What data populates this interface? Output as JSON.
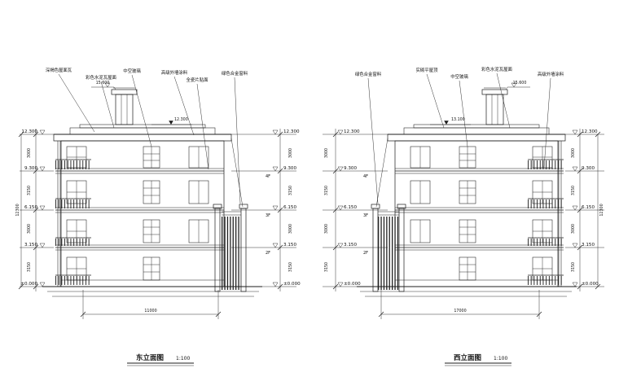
{
  "left": {
    "title": "东立面图",
    "scale": "1:100",
    "levels": [
      "12.300",
      "9.300",
      "6.150",
      "3.150",
      "±0.000"
    ],
    "floors": [
      "4F",
      "3F",
      "2F"
    ],
    "segments": [
      "3000",
      "3150",
      "3000",
      "3150"
    ],
    "overall": "12300",
    "width": "11000",
    "chimney_level": "15.600",
    "ridge_level": "12.300",
    "annotations": [
      "深褐色屋面瓦",
      "彩色水泥瓦屋面",
      "中空玻璃",
      "高级外墙涂料",
      "全瓷片贴面",
      "绿色合金窗料"
    ]
  },
  "right": {
    "title": "西立面图",
    "scale": "1:100",
    "levels": [
      "12.300",
      "9.300",
      "6.150",
      "3.150",
      "±0.000"
    ],
    "floors": [
      "4F",
      "3F",
      "2F"
    ],
    "segments": [
      "3000",
      "3150",
      "3000",
      "3150"
    ],
    "overall": "12300",
    "width": "17000",
    "chimney_level": "15.600",
    "ridge_level": "13.100",
    "annotations": [
      "绿色合金窗料",
      "实砌平屋顶",
      "中空玻璃",
      "彩色水泥瓦屋面",
      "高级外墙涂料"
    ]
  }
}
